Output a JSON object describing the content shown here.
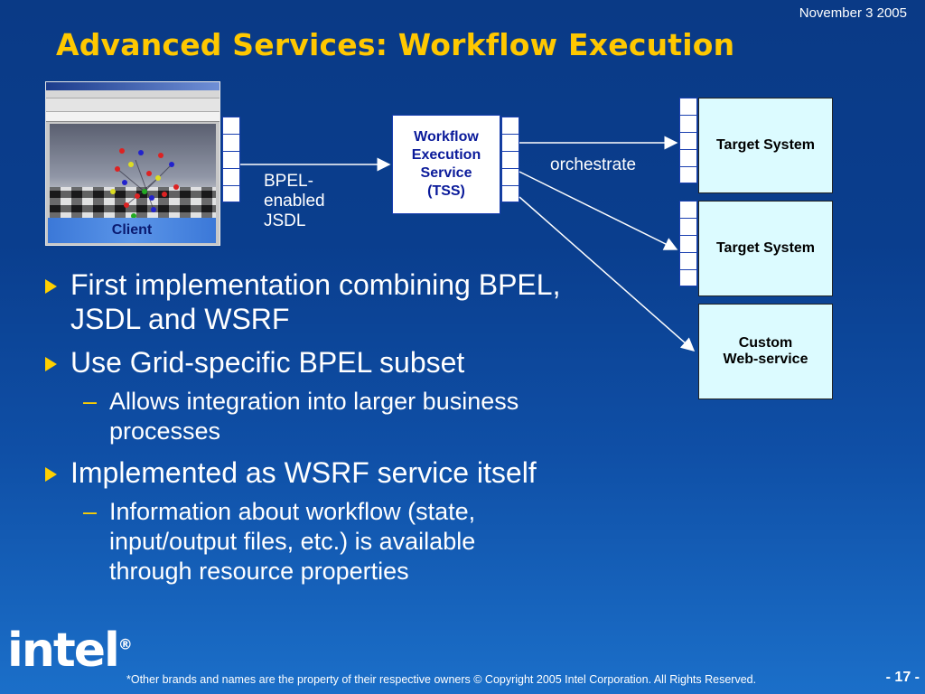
{
  "header": {
    "date": "November 3 2005",
    "title": "Advanced Services: Workflow Execution"
  },
  "diagram": {
    "client_label": "Client",
    "tss_lines": [
      "Workflow",
      "Execution",
      "Service",
      "(TSS)"
    ],
    "bpel_lines": [
      "BPEL-",
      "enabled",
      "JSDL"
    ],
    "orchestrate": "orchestrate",
    "targets": [
      "Target System",
      "Target System"
    ],
    "custom_lines": [
      "Custom",
      "Web-service"
    ]
  },
  "bullets": [
    {
      "level": 1,
      "text": "First implementation combining BPEL,",
      "cont": "JSDL and WSRF"
    },
    {
      "level": 1,
      "text": "Use Grid-specific BPEL subset"
    },
    {
      "level": 2,
      "text": "Allows integration into larger business",
      "cont": "processes"
    },
    {
      "level": 1,
      "text": "Implemented as WSRF service itself"
    },
    {
      "level": 2,
      "text": "Information about workflow (state,",
      "cont": "input/output files, etc.) is available",
      "cont2": "through resource properties"
    }
  ],
  "footer": {
    "logo": "intel",
    "reg": "®",
    "disclaimer": "*Other brands and names are the property of their respective owners © Copyright 2005 Intel Corporation. All Rights Reserved.",
    "page": "- 17 -"
  },
  "colors": {
    "title": "#ffc800",
    "bullet_marker": "#ffd000",
    "box_fill": "#dcfbff"
  }
}
